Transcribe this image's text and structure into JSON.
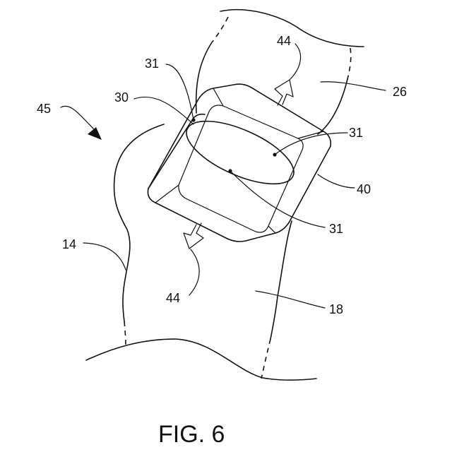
{
  "figure_label": "FIG. 6",
  "labels": {
    "l45": "45",
    "l44_top": "44",
    "l44_bottom": "44",
    "l31_top": "31",
    "l31_right": "31",
    "l31_bottom": "31",
    "l30": "30",
    "l26": "26",
    "l40": "40",
    "l14": "14",
    "l18": "18"
  },
  "colors": {
    "ink": "#111111",
    "background": "#ffffff"
  }
}
